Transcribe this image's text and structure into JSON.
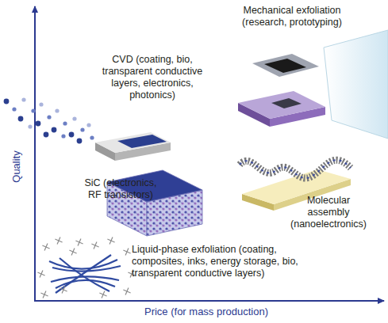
{
  "diagram": {
    "labels": [
      "Mechanical exfoliation (research, prototyping)",
      "CVD (coating, bio, transparent conductive layers, electronics, photonics)",
      "SiC (electronics, RF transistors)",
      "Molecular assembly (nanoelectronics)",
      "Liquid-phase exfoliation (coating, composites, inks, energy storage, bio, transparent conductive layers)",
      "Quality",
      "Price (for mass production)"
    ]
  }
}
